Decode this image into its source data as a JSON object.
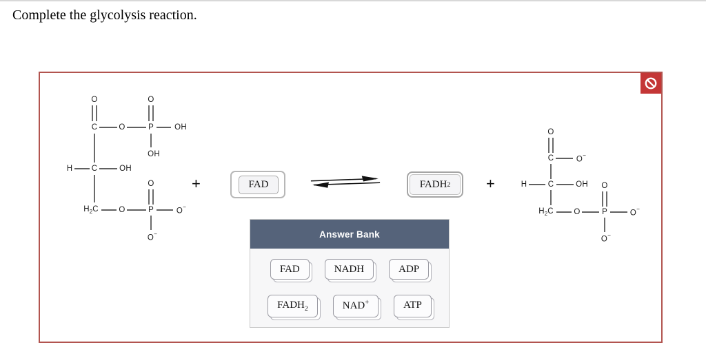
{
  "page": {
    "title": "Complete the glycolysis reaction."
  },
  "reaction": {
    "plus": "+",
    "left_blank_value": "FAD",
    "right_blank_value": "FADH_2",
    "left_molecule": {
      "atoms": {
        "o_carbonyl": "O",
        "c1": "C",
        "o_ester": "O",
        "p1": "P",
        "o_p1_top": "O",
        "oh_p1_right": "OH",
        "oh_p1_bottom": "OH",
        "h_c2": "H",
        "c2": "C",
        "oh_c2": "OH",
        "h2c": "H_2C",
        "o_ester2": "O",
        "p2": "P",
        "o_p2_top": "O",
        "o_p2_right": "O^−",
        "o_p2_bottom": "O^−"
      }
    },
    "right_molecule": {
      "atoms": {
        "o_carbonyl": "O",
        "c1": "C",
        "o_minus_c1": "O^−",
        "h_c2": "H",
        "c2": "C",
        "oh_c2": "OH",
        "h2c": "H_2C",
        "o_ester": "O",
        "p": "P",
        "o_p_top": "O",
        "o_p_right": "O^−",
        "o_p_bottom": "O^−"
      }
    }
  },
  "answer_bank": {
    "title": "Answer Bank",
    "items": [
      "FAD",
      "NADH",
      "ADP",
      "FADH_2",
      "NAD^+",
      "ATP"
    ]
  },
  "colors": {
    "box_border": "#b2544f",
    "status_icon_bg": "#c43636",
    "bank_header_bg": "#55637a",
    "bank_body_bg": "#f7f7f8"
  }
}
